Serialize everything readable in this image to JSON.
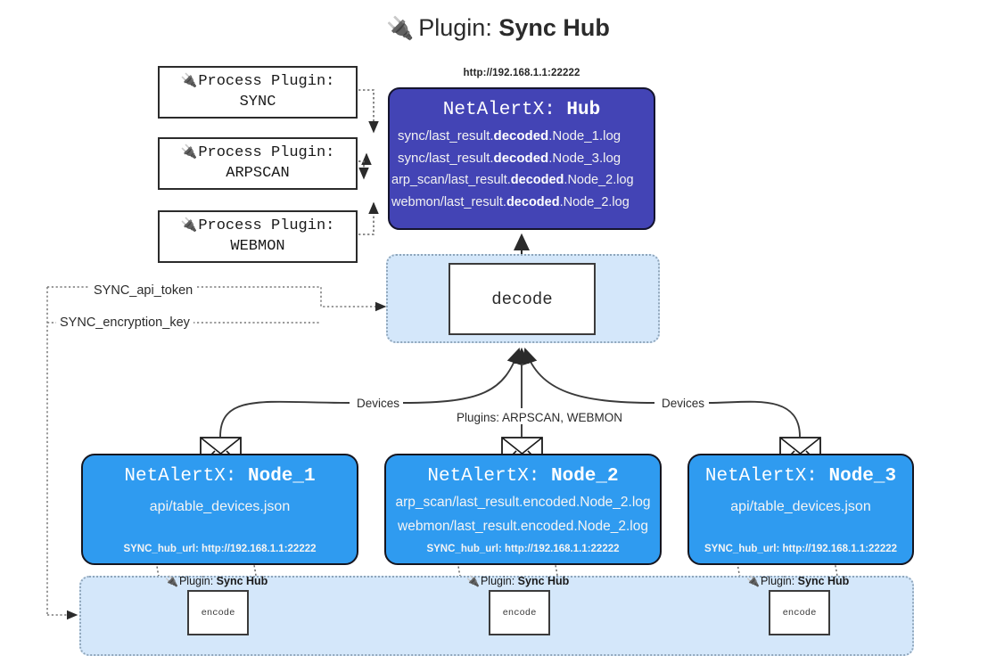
{
  "title": {
    "icon": "electric-plug-icon",
    "glyph": "🔌",
    "prefix": "Plugin: ",
    "name": "Sync Hub"
  },
  "process_plugins": [
    {
      "line1": "Process Plugin:",
      "line2": "SYNC",
      "icon": "electric-plug-icon"
    },
    {
      "line1": "Process Plugin:",
      "line2": "ARPSCAN",
      "icon": "electric-plug-icon"
    },
    {
      "line1": "Process Plugin:",
      "line2": "WEBMON",
      "icon": "electric-plug-icon"
    }
  ],
  "hub": {
    "url": "http://192.168.1.1:22222",
    "title_prefix": "NetAlertX: ",
    "title_name": "Hub",
    "logs": [
      {
        "pre": "sync/last_result.",
        "mid": "decoded",
        "post": ".Node_1.log"
      },
      {
        "pre": "sync/last_result.",
        "mid": "decoded",
        "post": ".Node_3.log"
      },
      {
        "pre": "arp_scan/last_result.",
        "mid": "decoded",
        "post": ".Node_2.log"
      },
      {
        "pre": "webmon/last_result.",
        "mid": "decoded",
        "post": ".Node_2.log"
      }
    ]
  },
  "decode": {
    "label": "decode"
  },
  "keys": {
    "api_token": "SYNC_api_token",
    "encryption_key": "SYNC_encryption_key"
  },
  "edges": {
    "devices_left": "Devices",
    "devices_right": "Devices",
    "plugins": "Plugins: ARPSCAN, WEBMON"
  },
  "nodes": [
    {
      "title_prefix": "NetAlertX: ",
      "title_name": "Node_1",
      "lines": [
        "api/table_devices.json"
      ],
      "url_key": "SYNC_hub_url: ",
      "url_val": "http://192.168.1.1:22222",
      "icon": "envelope-icon"
    },
    {
      "title_prefix": "NetAlertX: ",
      "title_name": "Node_2",
      "lines": [
        "arp_scan/last_result.encoded.Node_2.log",
        "webmon/last_result.encoded.Node_2.log"
      ],
      "url_key": "SYNC_hub_url: ",
      "url_val": "http://192.168.1.1:22222",
      "icon": "envelope-icon"
    },
    {
      "title_prefix": "NetAlertX: ",
      "title_name": "Node_3",
      "lines": [
        "api/table_devices.json"
      ],
      "url_key": "SYNC_hub_url: ",
      "url_val": "http://192.168.1.1:22222",
      "icon": "envelope-icon"
    }
  ],
  "encoders": [
    {
      "label_prefix": "Plugin: ",
      "label_name": "Sync Hub",
      "box": "encode",
      "icon": "electric-plug-icon"
    },
    {
      "label_prefix": "Plugin: ",
      "label_name": "Sync Hub",
      "box": "encode",
      "icon": "electric-plug-icon"
    },
    {
      "label_prefix": "Plugin: ",
      "label_name": "Sync Hub",
      "box": "encode",
      "icon": "electric-plug-icon"
    }
  ],
  "colors": {
    "hub_fill": "#4344b5",
    "node_fill": "#2f9bf0",
    "zone_fill": "#d4e7fa",
    "stroke": "#2b2b2b"
  }
}
